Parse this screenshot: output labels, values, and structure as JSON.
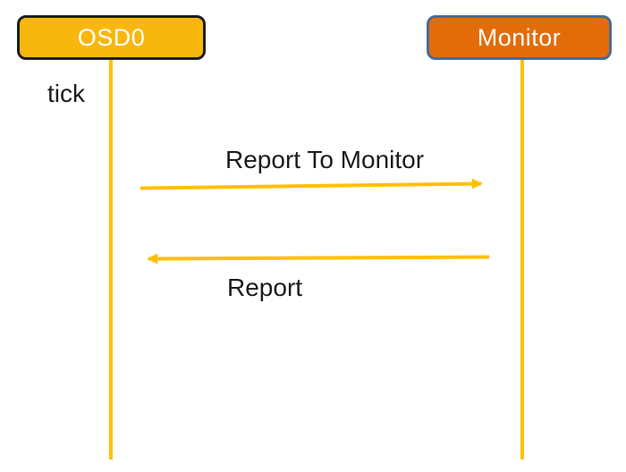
{
  "diagram": {
    "type": "sequence-diagram",
    "actors": [
      {
        "label": "OSD0",
        "fill": "#F8B70D",
        "border": "#1F1F1F",
        "text_color": "#FFFFFF"
      },
      {
        "label": "Monitor",
        "fill": "#E36C09",
        "border": "#4A6A96",
        "text_color": "#FFFFFF"
      }
    ],
    "tick_label": "tick",
    "messages": [
      {
        "label": "Report To Monitor",
        "from": "OSD0",
        "to": "Monitor",
        "direction": "right"
      },
      {
        "label": "Report",
        "from": "Monitor",
        "to": "OSD0",
        "direction": "left"
      }
    ],
    "colors": {
      "line": "#FFC000",
      "text": "#1C1C1C",
      "background": "#FFFFFF"
    }
  }
}
